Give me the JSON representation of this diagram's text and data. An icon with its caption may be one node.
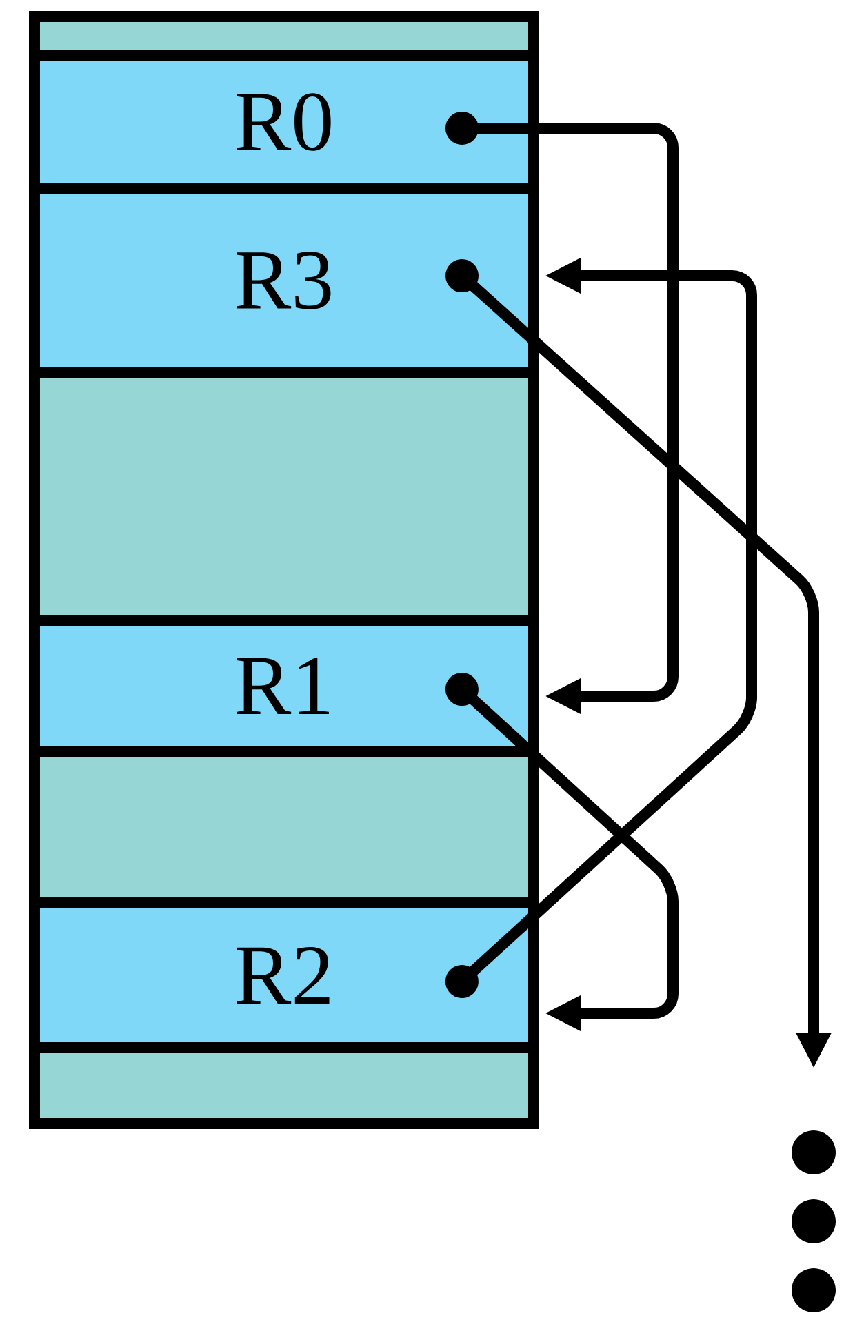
{
  "diagram": {
    "nodes": [
      {
        "text": [],
        "shape": "box"
      },
      {
        "text": [
          "R0"
        ]
      },
      {
        "text": [
          "R3"
        ]
      },
      {
        "text": [],
        "shape": "box"
      },
      {
        "text": [
          "R1"
        ]
      },
      {
        "text": [],
        "shape": "box"
      },
      {
        "text": [
          "R2"
        ]
      },
      {
        "text": [],
        "shape": "box"
      }
    ],
    "edges": [
      {
        "from": 1,
        "to": 4,
        "arrow": "to"
      },
      {
        "from": 2,
        "to": null,
        "arrow": "to"
      },
      {
        "from": 4,
        "to": 6,
        "arrow": "to"
      },
      {
        "from": 6,
        "to": 2,
        "arrow": "to"
      }
    ]
  }
}
